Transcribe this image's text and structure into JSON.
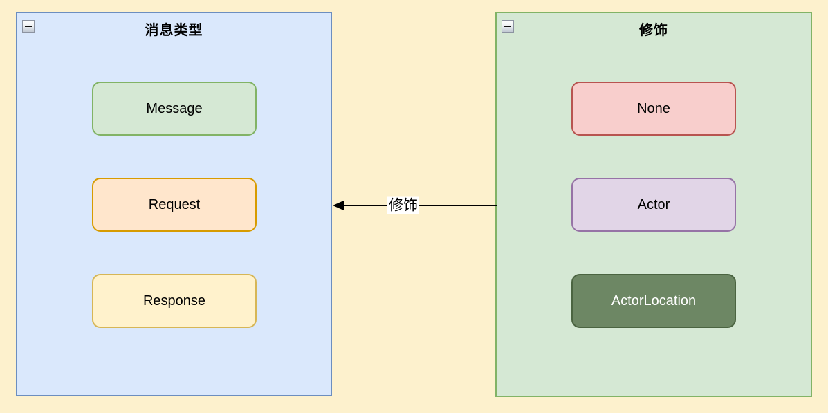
{
  "canvas": {
    "background_color": "#fdf1cd"
  },
  "groups": [
    {
      "title": "消息类型",
      "collapse_icon": "minus-icon",
      "fill": "#dae8fc",
      "stroke": "#6c8ebf",
      "nodes": [
        {
          "label": "Message",
          "fill": "#d5e8d4",
          "stroke": "#82b366",
          "text_color": "#000000"
        },
        {
          "label": "Request",
          "fill": "#ffe6cc",
          "stroke": "#d79b00",
          "text_color": "#000000"
        },
        {
          "label": "Response",
          "fill": "#fff2cc",
          "stroke": "#d6b656",
          "text_color": "#000000"
        }
      ]
    },
    {
      "title": "修饰",
      "collapse_icon": "minus-icon",
      "fill": "#d5e8d4",
      "stroke": "#82b366",
      "nodes": [
        {
          "label": "None",
          "fill": "#f8cecc",
          "stroke": "#b85450",
          "text_color": "#000000"
        },
        {
          "label": "Actor",
          "fill": "#e1d5e7",
          "stroke": "#9673a6",
          "text_color": "#000000"
        },
        {
          "label": "ActorLocation",
          "fill": "#6d8764",
          "stroke": "#4b6441",
          "text_color": "#ffffff"
        }
      ]
    }
  ],
  "edge": {
    "label": "修饰",
    "stroke": "#000000",
    "label_background": "#ffffff",
    "from_group": "修饰",
    "to_group": "消息类型",
    "direction": "right-to-left"
  }
}
